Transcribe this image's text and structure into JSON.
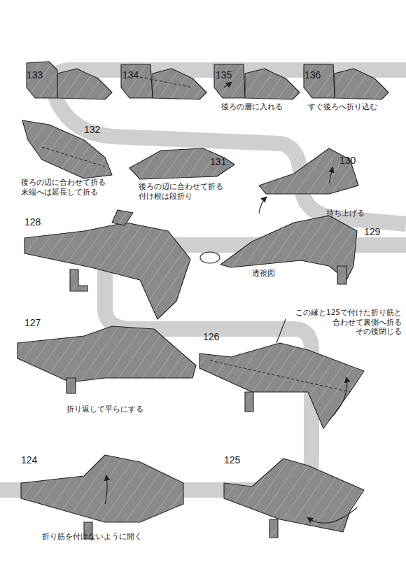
{
  "diagram": {
    "labels": [
      "133",
      "134",
      "135",
      "136",
      "後ろの層に入れる",
      "すぐ後ろへ折り込む",
      "132",
      "131",
      "130",
      "後ろの辺に合わせて折る 末端へは延長して折る",
      "後ろの辺に合わせて折る 付け根は段折り",
      "持ち上げる",
      "128",
      "129",
      "透視図",
      "127",
      "126",
      "この縁と125で付けた折り筋と 合わせて裏側へ折る その後閉じる",
      "折り返して平らにする",
      "124",
      "125",
      "折り筋を付けないように開く"
    ]
  }
}
